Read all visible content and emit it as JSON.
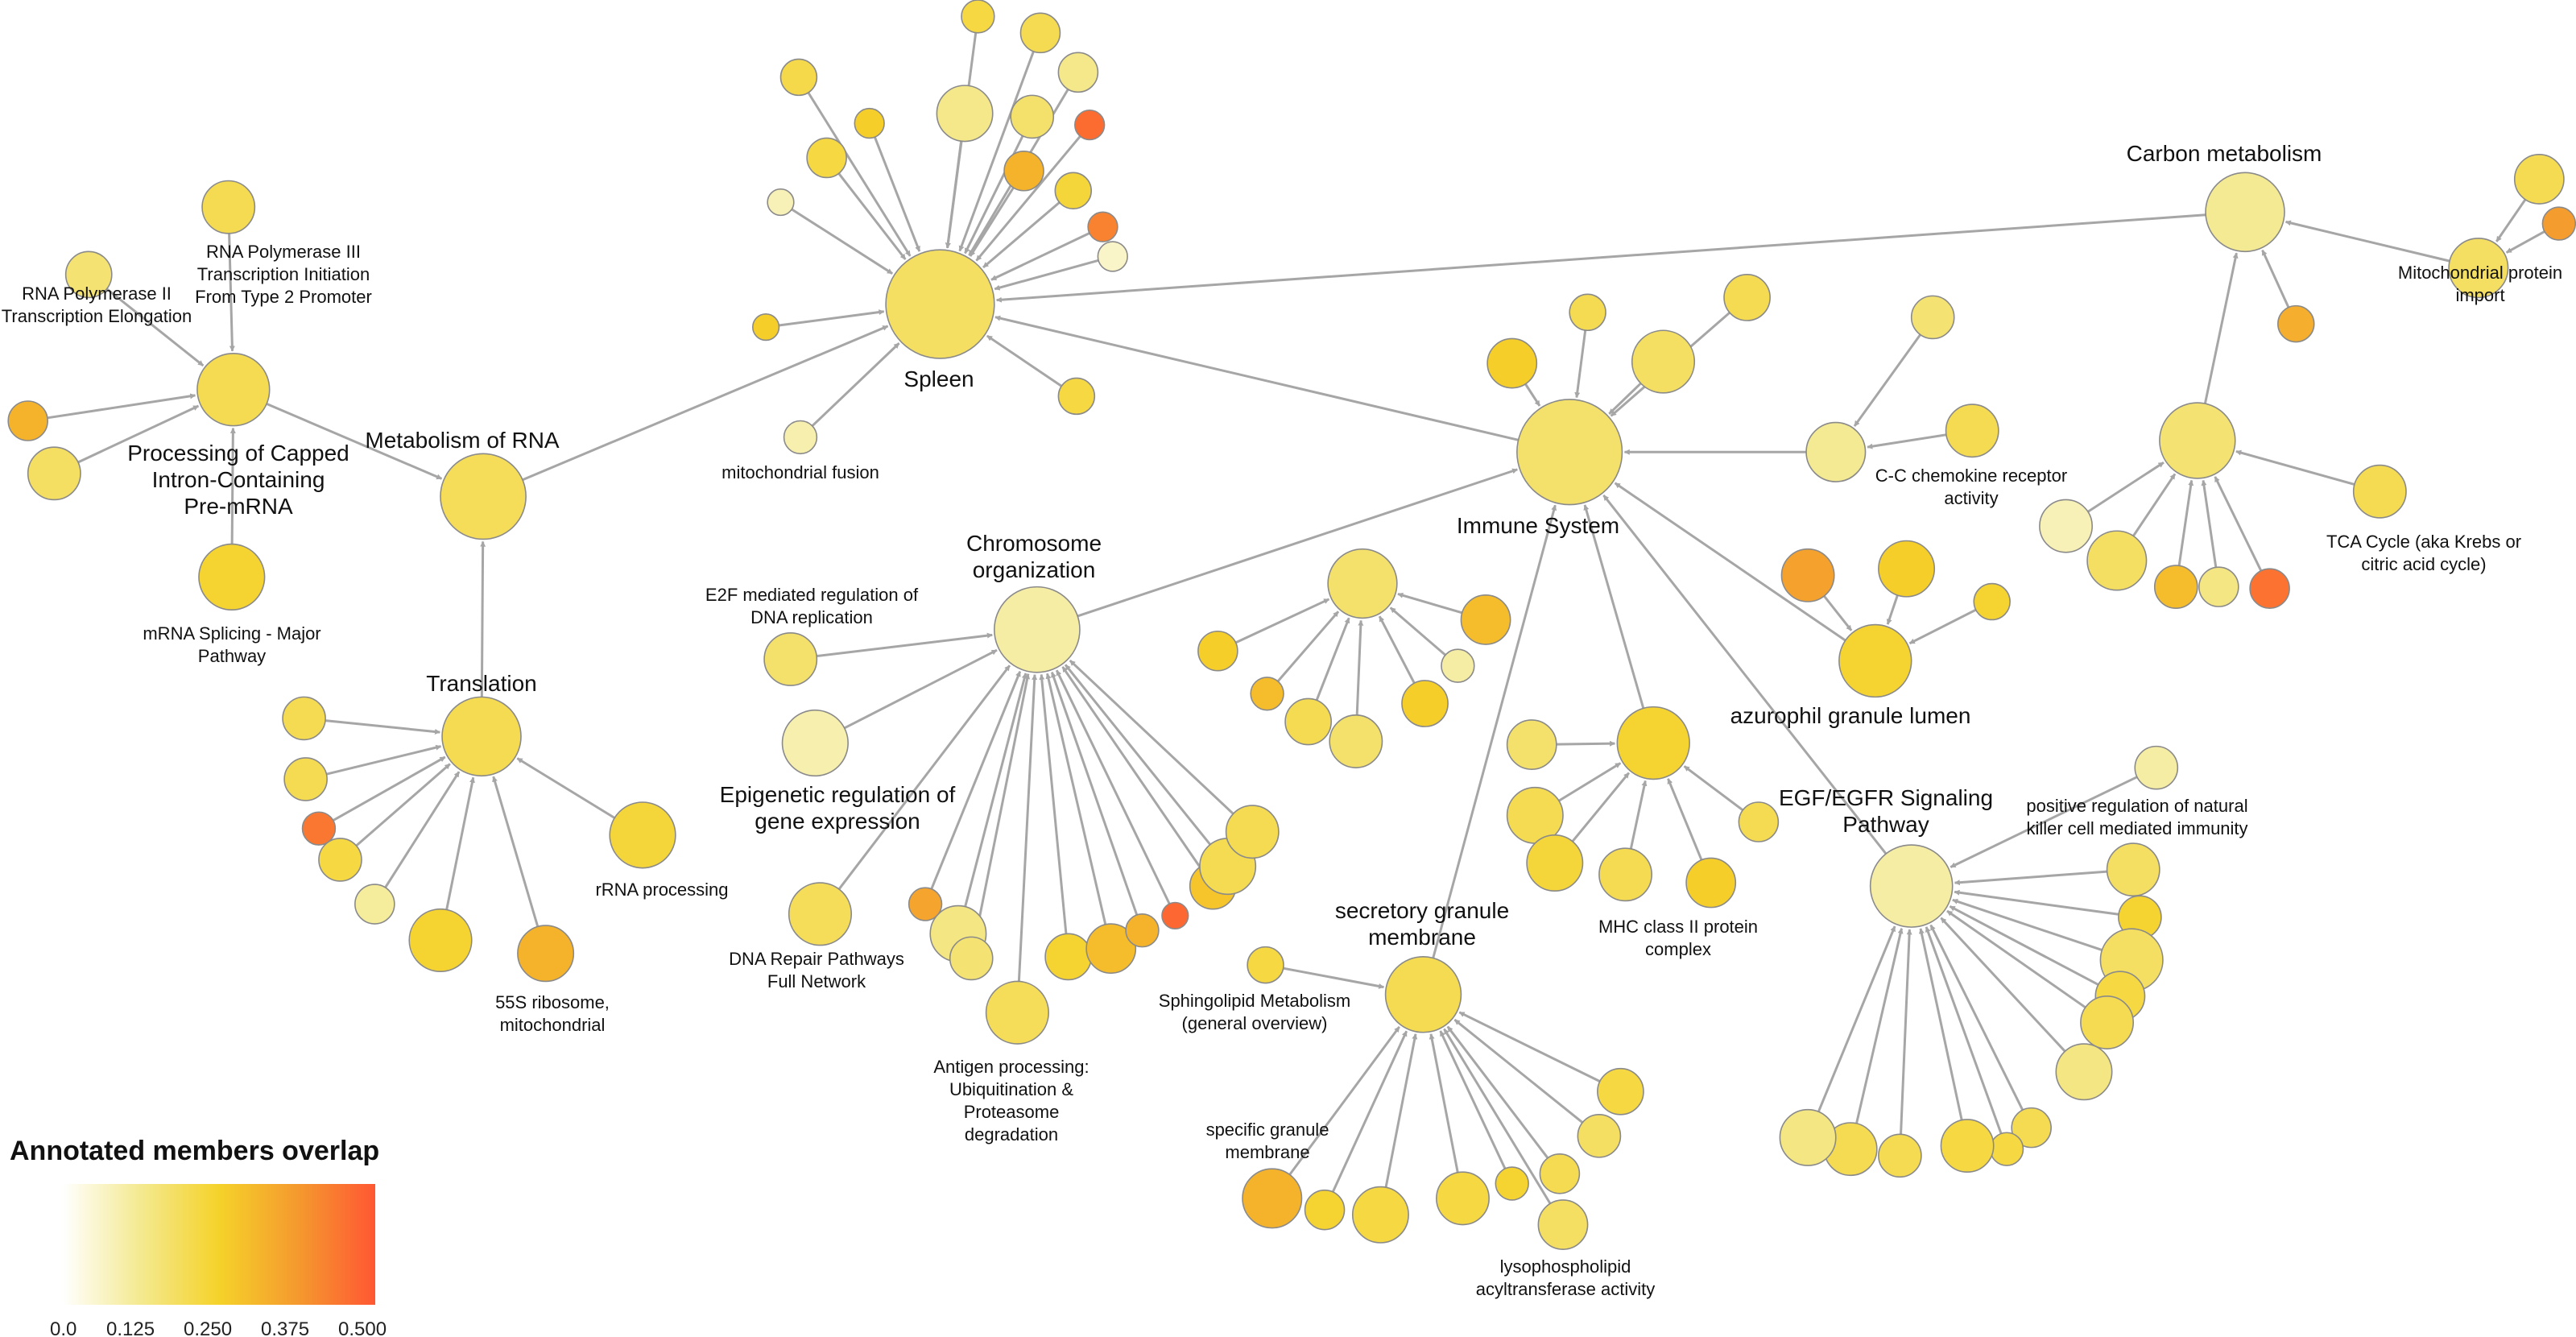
{
  "legend": {
    "title": "Annotated members overlap",
    "ticks": [
      "0.0",
      "0.125",
      "0.250",
      "0.375",
      "0.500"
    ],
    "colors": [
      "#ffffff",
      "#f4e98f",
      "#f5d22a",
      "#f59a2e",
      "#ff5733"
    ]
  },
  "nodes": [
    {
      "id": "spleen",
      "label": [
        "Spleen"
      ],
      "size": "large",
      "overlap": 0.18,
      "hub": true
    },
    {
      "id": "immune",
      "label": [
        "Immune System"
      ],
      "size": "large",
      "overlap": 0.17,
      "hub": true
    },
    {
      "id": "metabolism_rna",
      "label": [
        "Metabolism of RNA"
      ],
      "size": "large",
      "overlap": 0.19,
      "hub": true
    },
    {
      "id": "processing",
      "label": [
        "Processing of Capped",
        "Intron-Containing",
        "Pre-mRNA"
      ],
      "size": "large",
      "overlap": 0.2,
      "hub": true
    },
    {
      "id": "rnapol3",
      "label": [
        "RNA Polymerase III",
        "Transcription Initiation",
        "From Type 2 Promoter"
      ],
      "overlap": 0.2
    },
    {
      "id": "rnapol2",
      "label": [
        "RNA Polymerase II",
        "Transcription Elongation"
      ],
      "overlap": 0.16
    },
    {
      "id": "mrna_splicing",
      "label": [
        "mRNA Splicing - Major",
        "Pathway"
      ],
      "overlap": 0.24
    },
    {
      "id": "translation",
      "label": [
        "Translation"
      ],
      "size": "large",
      "overlap": 0.2,
      "hub": true
    },
    {
      "id": "rrna",
      "label": [
        "rRNA processing"
      ],
      "overlap": 0.23
    },
    {
      "id": "s55",
      "label": [
        "55S ribosome,",
        "mitochondrial"
      ],
      "overlap": 0.32
    },
    {
      "id": "chromosome",
      "label": [
        "Chromosome",
        "organization"
      ],
      "size": "large",
      "overlap": 0.1,
      "hub": true
    },
    {
      "id": "e2f",
      "label": [
        "E2F mediated regulation of",
        "DNA replication"
      ],
      "overlap": 0.17
    },
    {
      "id": "epigenetic",
      "label": [
        "Epigenetic regulation of",
        "gene expression"
      ],
      "overlap": 0.09
    },
    {
      "id": "dna_repair",
      "label": [
        "DNA Repair Pathways",
        "Full Network"
      ],
      "overlap": 0.19
    },
    {
      "id": "antigen",
      "label": [
        "Antigen processing:",
        "Ubiquitination &",
        "Proteasome",
        "degradation"
      ],
      "overlap": 0.19
    },
    {
      "id": "mito_fusion",
      "label": [
        "mitochondrial fusion"
      ],
      "overlap": 0.09
    },
    {
      "id": "carbon",
      "label": [
        "Carbon metabolism"
      ],
      "size": "large",
      "overlap": 0.12,
      "hub": true
    },
    {
      "id": "mito_import",
      "label": [
        "Mitochondrial protein",
        "import"
      ],
      "overlap": 0.18
    },
    {
      "id": "tca",
      "label": [
        "TCA Cycle (aka Krebs or",
        "citric acid cycle)"
      ],
      "overlap": 0.2
    },
    {
      "id": "ccchem",
      "label": [
        "C-C chemokine receptor",
        "activity"
      ],
      "overlap": 0.12
    },
    {
      "id": "azurophil",
      "label": [
        "azurophil granule lumen"
      ],
      "overlap": 0.24
    },
    {
      "id": "mhc",
      "label": [
        "MHC class II protein",
        "complex"
      ],
      "overlap": 0.24
    },
    {
      "id": "egfr",
      "label": [
        "EGF/EGFR Signaling",
        "Pathway"
      ],
      "size": "large",
      "overlap": 0.1,
      "hub": true
    },
    {
      "id": "nk",
      "label": [
        "positive regulation of natural",
        "killer cell mediated immunity"
      ],
      "overlap": 0.1
    },
    {
      "id": "secretory",
      "label": [
        "secretory granule",
        "membrane"
      ],
      "size": "large",
      "overlap": 0.2,
      "hub": true
    },
    {
      "id": "sphingo",
      "label": [
        "Sphingolipid Metabolism",
        "(general overview)"
      ],
      "overlap": 0.22
    },
    {
      "id": "specific_granule",
      "label": [
        "specific granule",
        "membrane"
      ],
      "overlap": 0.32
    },
    {
      "id": "lyso",
      "label": [
        "lysophospholipid",
        "acyltransferase activity"
      ],
      "overlap": 0.18
    }
  ]
}
